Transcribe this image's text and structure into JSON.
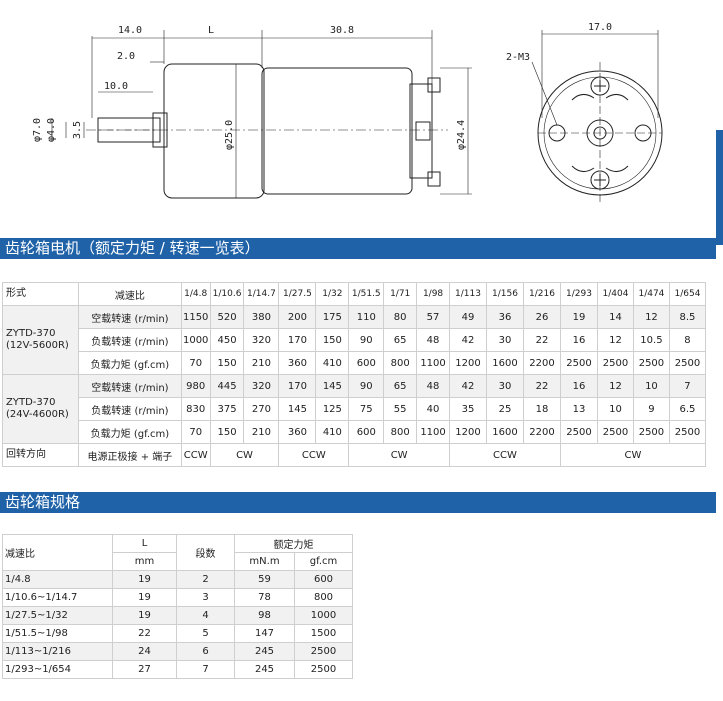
{
  "drawing": {
    "dims": [
      "14.0",
      "L",
      "30.8",
      "2.0",
      "10.0",
      "φ7.0",
      "φ4.0",
      "3.5",
      "φ25.0",
      "φ24.4",
      "17.0",
      "2-M3"
    ]
  },
  "section1": {
    "title": "齿轮箱电机（额定力矩 / 转速一览表）"
  },
  "table1": {
    "h_form": "形式",
    "h_ratio": "减速比",
    "ratios": [
      "1/4.8",
      "1/10.6",
      "1/14.7",
      "1/27.5",
      "1/32",
      "1/51.5",
      "1/71",
      "1/98",
      "1/113",
      "1/156",
      "1/216",
      "1/293",
      "1/404",
      "1/474",
      "1/654"
    ],
    "model1": "ZYTD-370\n(12V-5600R)",
    "model2": "ZYTD-370\n(24V-4600R)",
    "rows": [
      {
        "label": "空载转速 (r/min)",
        "values": [
          "1150",
          "520",
          "380",
          "200",
          "175",
          "110",
          "80",
          "57",
          "49",
          "36",
          "26",
          "19",
          "14",
          "12",
          "8.5"
        ]
      },
      {
        "label": "负载转速 (r/min)",
        "values": [
          "1000",
          "450",
          "320",
          "170",
          "150",
          "90",
          "65",
          "48",
          "42",
          "30",
          "22",
          "16",
          "12",
          "10.5",
          "8"
        ]
      },
      {
        "label": "负载力矩 (gf.cm)",
        "values": [
          "70",
          "150",
          "210",
          "360",
          "410",
          "600",
          "800",
          "1100",
          "1200",
          "1600",
          "2200",
          "2500",
          "2500",
          "2500",
          "2500"
        ]
      },
      {
        "label": "空载转速 (r/min)",
        "values": [
          "980",
          "445",
          "320",
          "170",
          "145",
          "90",
          "65",
          "48",
          "42",
          "30",
          "22",
          "16",
          "12",
          "10",
          "7"
        ]
      },
      {
        "label": "负载转速 (r/min)",
        "values": [
          "830",
          "375",
          "270",
          "145",
          "125",
          "75",
          "55",
          "40",
          "35",
          "25",
          "18",
          "13",
          "10",
          "9",
          "6.5"
        ]
      },
      {
        "label": "负载力矩 (gf.cm)",
        "values": [
          "70",
          "150",
          "210",
          "360",
          "410",
          "600",
          "800",
          "1100",
          "1200",
          "1600",
          "2200",
          "2500",
          "2500",
          "2500",
          "2500"
        ]
      }
    ],
    "rotation": {
      "label": "回转方向",
      "sub": "电源正极接 + 端子",
      "groups": [
        {
          "text": "CCW",
          "span": 1
        },
        {
          "text": "CW",
          "span": 2
        },
        {
          "text": "CCW",
          "span": 2
        },
        {
          "text": "CW",
          "span": 3
        },
        {
          "text": "CCW",
          "span": 3
        },
        {
          "text": "CW",
          "span": 4
        }
      ]
    }
  },
  "section2": {
    "title": "齿轮箱规格"
  },
  "table2": {
    "h_ratio": "减速比",
    "h_L": "L",
    "h_mm": "mm",
    "h_stages": "段数",
    "h_torque": "额定力矩",
    "h_mnm": "mN.m",
    "h_gfcm": "gf.cm",
    "rows": [
      {
        "ratio": "1/4.8",
        "L": "19",
        "stages": "2",
        "mnm": "59",
        "gfcm": "600"
      },
      {
        "ratio": "1/10.6~1/14.7",
        "L": "19",
        "stages": "3",
        "mnm": "78",
        "gfcm": "800"
      },
      {
        "ratio": "1/27.5~1/32",
        "L": "19",
        "stages": "4",
        "mnm": "98",
        "gfcm": "1000"
      },
      {
        "ratio": "1/51.5~1/98",
        "L": "22",
        "stages": "5",
        "mnm": "147",
        "gfcm": "1500"
      },
      {
        "ratio": "1/113~1/216",
        "L": "24",
        "stages": "6",
        "mnm": "245",
        "gfcm": "2500"
      },
      {
        "ratio": "1/293~1/654",
        "L": "27",
        "stages": "7",
        "mnm": "245",
        "gfcm": "2500"
      }
    ]
  }
}
